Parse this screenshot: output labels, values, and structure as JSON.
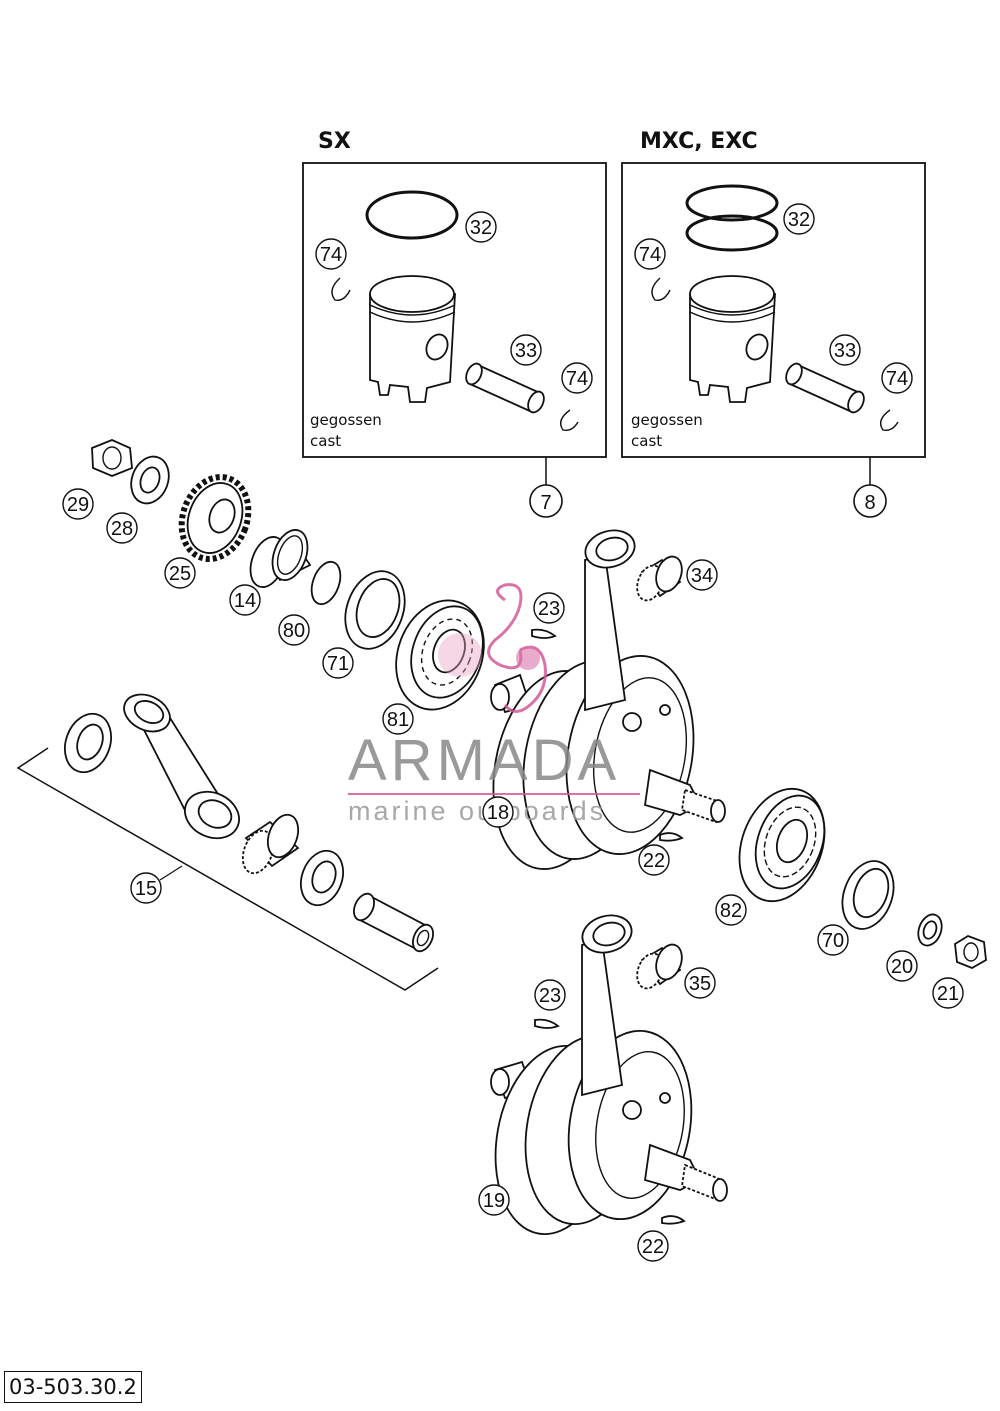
{
  "kits": {
    "sx": {
      "title": "SX",
      "note_line1": "gegossen",
      "note_line2": "cast",
      "number": "7"
    },
    "mxc": {
      "title": "MXC, EXC",
      "note_line1": "gegossen",
      "note_line2": "cast",
      "number": "8"
    }
  },
  "callouts": {
    "c32a": "32",
    "c74a": "74",
    "c33a": "33",
    "c74b": "74",
    "c32b": "32",
    "c74c": "74",
    "c33b": "33",
    "c74d": "74",
    "c29": "29",
    "c28": "28",
    "c25": "25",
    "c14": "14",
    "c80": "80",
    "c71": "71",
    "c81": "81",
    "c23a": "23",
    "c34": "34",
    "c18": "18",
    "c15": "15",
    "c22a": "22",
    "c82": "82",
    "c70": "70",
    "c20": "20",
    "c21": "21",
    "c35": "35",
    "c23b": "23",
    "c19": "19",
    "c22b": "22"
  },
  "watermark": {
    "brand": "ARMADA",
    "tagline": "marine outboards",
    "color": "#d45a9a"
  },
  "document_code": "03-503.30.2"
}
